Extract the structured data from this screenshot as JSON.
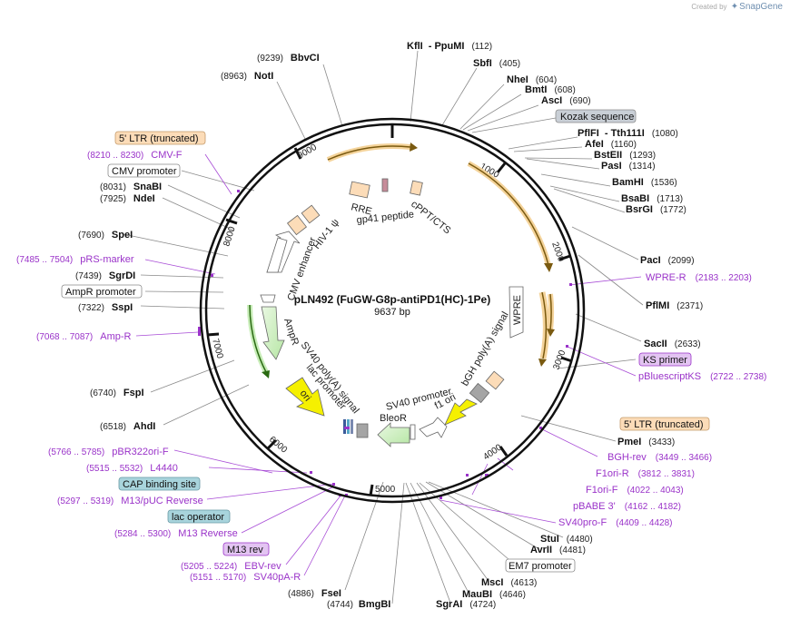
{
  "credit": {
    "prefix": "Created by",
    "brand": "SnapGene"
  },
  "plasmid": {
    "name": "pLN492 (FuGW-G8p-antiPD1(HC)-1Pe)",
    "length": "9637 bp",
    "total_bp": 9637
  },
  "ticks": [
    "1000",
    "2000",
    "3000",
    "4000",
    "5000",
    "6000",
    "7000",
    "8000",
    "9000"
  ],
  "colors": {
    "enzyme": "#111111",
    "primer": "#9a33c9",
    "line": "#8a8a8a",
    "backbone": "#111111",
    "orange": "#d99a2e",
    "green": "#70b64a",
    "yellow": "#f5f000"
  },
  "enzymes": [
    {
      "name": "KflI",
      "pos": "(112)"
    },
    {
      "name": "- PpuMI",
      "pos": ""
    },
    {
      "name": "SbfI",
      "pos": "(405)"
    },
    {
      "name": "NheI",
      "pos": "(604)"
    },
    {
      "name": "BmtI",
      "pos": "(608)"
    },
    {
      "name": "AscI",
      "pos": "(690)"
    },
    {
      "name": "PflFI",
      "pos": ""
    },
    {
      "name": "- Tth111I",
      "pos": "(1080)"
    },
    {
      "name": "AfeI",
      "pos": "(1160)"
    },
    {
      "name": "BstEII",
      "pos": "(1293)"
    },
    {
      "name": "PasI",
      "pos": "(1314)"
    },
    {
      "name": "BamHI",
      "pos": "(1536)"
    },
    {
      "name": "BsaBI",
      "pos": "(1713)"
    },
    {
      "name": "BsrGI",
      "pos": "(1772)"
    },
    {
      "name": "PacI",
      "pos": "(2099)"
    },
    {
      "name": "PflMI",
      "pos": "(2371)"
    },
    {
      "name": "SacII",
      "pos": "(2633)"
    },
    {
      "name": "PmeI",
      "pos": "(3433)"
    },
    {
      "name": "StuI",
      "pos": "(4480)"
    },
    {
      "name": "AvrII",
      "pos": "(4481)"
    },
    {
      "name": "MscI",
      "pos": "(4613)"
    },
    {
      "name": "MauBI",
      "pos": "(4646)"
    },
    {
      "name": "SgrAI",
      "pos": "(4724)"
    },
    {
      "name": "BmgBI",
      "pos": "(4744)"
    },
    {
      "name": "FseI",
      "pos": "(4886)"
    },
    {
      "name": "AhdI",
      "pos": "(6518)"
    },
    {
      "name": "FspI",
      "pos": "(6740)"
    },
    {
      "name": "SspI",
      "pos": "(7322)"
    },
    {
      "name": "SgrDI",
      "pos": "(7439)"
    },
    {
      "name": "SpeI",
      "pos": "(7690)"
    },
    {
      "name": "NdeI",
      "pos": "(7925)"
    },
    {
      "name": "SnaBI",
      "pos": "(8031)"
    },
    {
      "name": "NotI",
      "pos": "(8963)"
    },
    {
      "name": "BbvCI",
      "pos": "(9239)"
    }
  ],
  "primers": [
    {
      "name": "WPRE-R",
      "pos": "(2183 .. 2203)"
    },
    {
      "name": "pBluescriptKS",
      "pos": "(2722 .. 2738)"
    },
    {
      "name": "BGH-rev",
      "pos": "(3449 .. 3466)"
    },
    {
      "name": "F1ori-R",
      "pos": "(3812 .. 3831)"
    },
    {
      "name": "F1ori-F",
      "pos": "(4022 .. 4043)"
    },
    {
      "name": "pBABE 3'",
      "pos": "(4162 .. 4182)"
    },
    {
      "name": "SV40pro-F",
      "pos": "(4409 .. 4428)"
    },
    {
      "name": "CMV-F",
      "pos": "(8210 .. 8230)"
    },
    {
      "name": "pRS-marker",
      "pos": "(7485 .. 7504)"
    },
    {
      "name": "Amp-R",
      "pos": "(7068 .. 7087)"
    },
    {
      "name": "pBR322ori-F",
      "pos": "(5766 .. 5785)"
    },
    {
      "name": "L4440",
      "pos": "(5515 .. 5532)"
    },
    {
      "name": "M13/pUC Reverse",
      "pos": "(5297 .. 5319)"
    },
    {
      "name": "M13 Reverse",
      "pos": "(5284 .. 5300)"
    },
    {
      "name": "EBV-rev",
      "pos": "(5205 .. 5224)"
    },
    {
      "name": "SV40pA-R",
      "pos": "(5151 .. 5170)"
    }
  ],
  "boxes": {
    "kozak": "Kozak sequence",
    "ltr5_top": "5' LTR (truncated)",
    "cmv_promoter": "CMV promoter",
    "ampr_promoter": "AmpR promoter",
    "ks_primer": "KS primer",
    "ltr5_right": "5' LTR (truncated)",
    "cap": "CAP binding site",
    "lac_operator": "lac operator",
    "m13_rev": "M13 rev",
    "em7": "EM7 promoter"
  },
  "features": {
    "rre": "RRE",
    "gp41": "gp41 peptide",
    "cppt": "cPPT/CTS",
    "hiv": "HIV-1 ψ",
    "cmv_enh": "CMV enhancer",
    "ampr": "AmpR",
    "ori": "ori",
    "sv40pa": "SV40 poly(A) signal",
    "lac_prom": "lac promoter",
    "bleor": "BleoR",
    "sv40prom": "SV40 promoter",
    "f1ori": "f1 ori",
    "bgh": "bGH poly(A) signal",
    "wpre": "WPRE"
  }
}
